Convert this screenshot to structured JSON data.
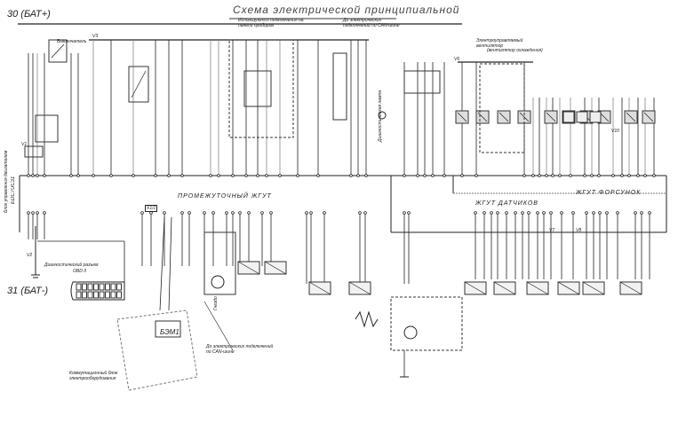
{
  "title": "Схема электрической принципиальной",
  "power": {
    "plus": "30 (БАТ+)",
    "minus": "31 (БАТ-)"
  },
  "harnesses": {
    "intermediate": "ПРОМЕЖУТОЧНЫЙ ЖГУТ",
    "sensors": "ЖГУТ ДАТЧИКОВ",
    "injectors": "ЖГУТ ФОРСУНОК"
  },
  "ecu": {
    "label": "Блок управления двигателем",
    "model": "EDC7UC31"
  },
  "components": {
    "diag_connector": "Диагностический разъем",
    "diag_connector_type": "OBD II",
    "bem": "БЭМ1",
    "fan": "Электроуправляемый вентилятор",
    "fan_sub": "(вентилятор охлаждения)",
    "socket": "Гнездо",
    "can_note": "До электрических подключений по CAN-шине",
    "can_note_top": "До электрических подключений по CAN-шине",
    "instrument_note": "Используются подключения на панели приборов",
    "bem_note": "Коммутационный блок электрооборудования",
    "connector_tag": "X1/1",
    "diagnostics_lamp": "Диагностическая лампа",
    "switch": "Выключатель"
  },
  "refs": {
    "v1": "V1",
    "v2": "V2",
    "v3": "V3",
    "v6": "V6",
    "v7": "V7",
    "v8": "V8",
    "v10": "V10"
  }
}
